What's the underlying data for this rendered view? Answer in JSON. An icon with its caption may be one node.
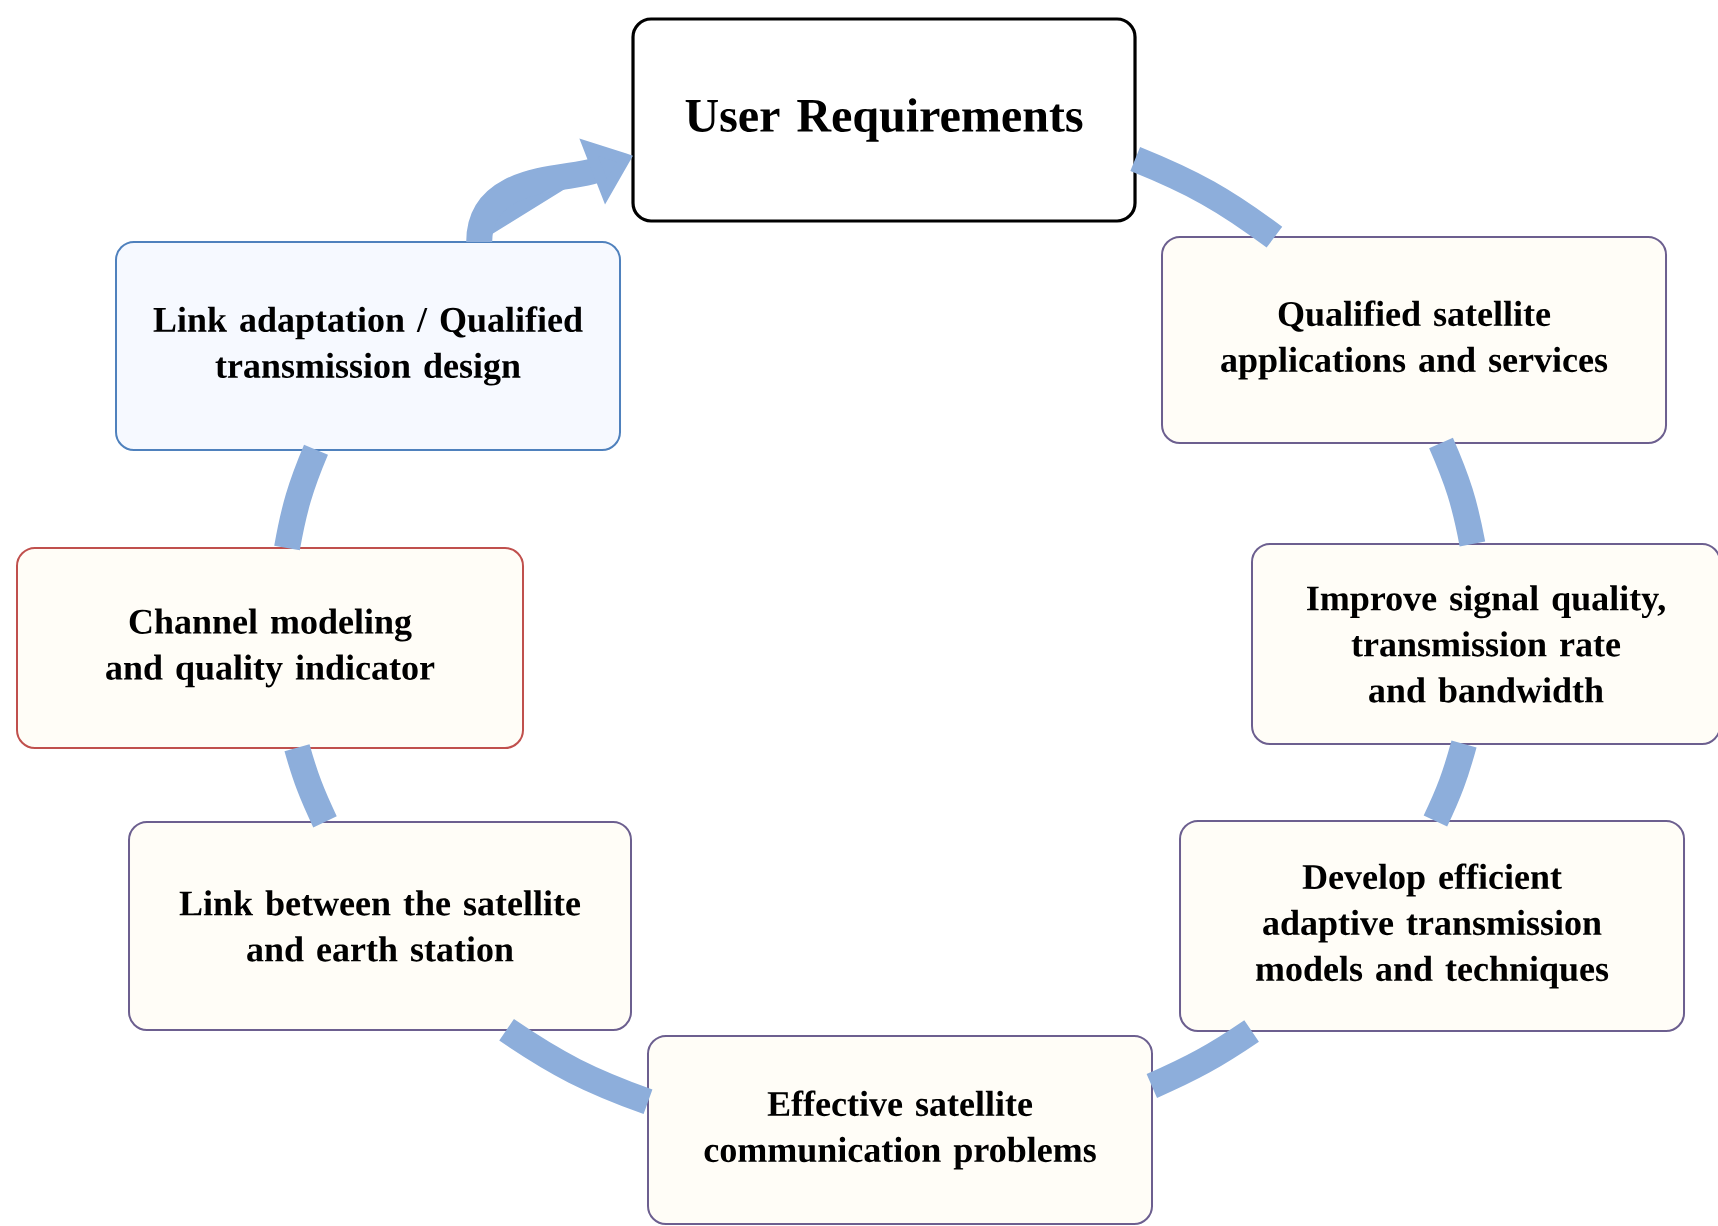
{
  "diagram": {
    "nodes": [
      {
        "text": [
          "User Requirements"
        ]
      },
      {
        "text": [
          "Qualified satellite applications and services"
        ]
      },
      {
        "text": [
          "Improve signal quality, transmission rate and bandwidth"
        ]
      },
      {
        "text": [
          "Develop efficient adaptive transmission models and techniques"
        ]
      },
      {
        "text": [
          "Effective satellite communication problems"
        ]
      },
      {
        "text": [
          "Link between the satellite and earth station"
        ]
      },
      {
        "text": [
          "Channel modeling and quality indicator"
        ]
      },
      {
        "text": [
          "Link adaptation / Qualified transmission design"
        ]
      }
    ],
    "edges": [
      {
        "from": 0,
        "to": 1,
        "arrow": "none"
      },
      {
        "from": 1,
        "to": 2,
        "arrow": "none"
      },
      {
        "from": 2,
        "to": 3,
        "arrow": "none"
      },
      {
        "from": 3,
        "to": 4,
        "arrow": "none"
      },
      {
        "from": 4,
        "to": 5,
        "arrow": "none"
      },
      {
        "from": 5,
        "to": 6,
        "arrow": "none"
      },
      {
        "from": 6,
        "to": 7,
        "arrow": "none"
      },
      {
        "from": 7,
        "to": 0,
        "arrow": "to"
      }
    ]
  }
}
